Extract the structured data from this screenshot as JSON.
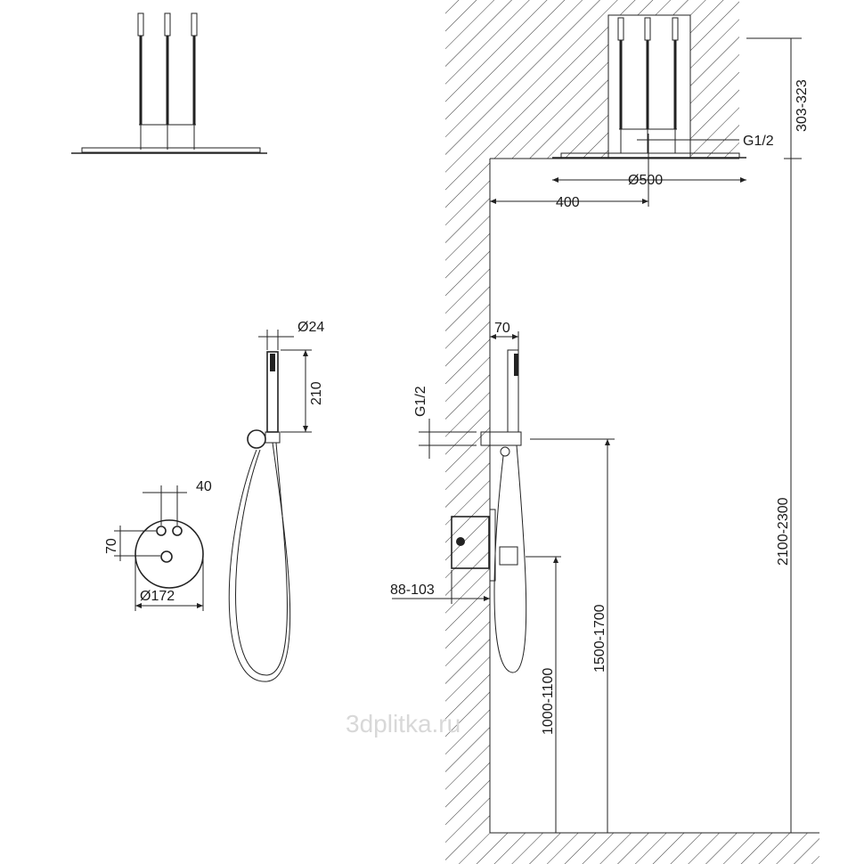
{
  "drawing": {
    "ceiling_shower": {
      "height_range": "303-323",
      "thread": "G1/2",
      "diameter": "Ø500",
      "offset_from_wall": "400"
    },
    "hand_shower": {
      "diameter": "Ø24",
      "length": "210"
    },
    "mixer": {
      "knob_spacing": "40",
      "knob_offset": "70",
      "diameter": "Ø172"
    },
    "side_view": {
      "projection": "70",
      "outlet_thread": "G1/2",
      "embed_depth": "88-103",
      "mixer_height": "1000-1100",
      "holder_height": "1500-1700",
      "ceiling_height": "2100-2300"
    },
    "watermark": "3dplitka.ru"
  }
}
